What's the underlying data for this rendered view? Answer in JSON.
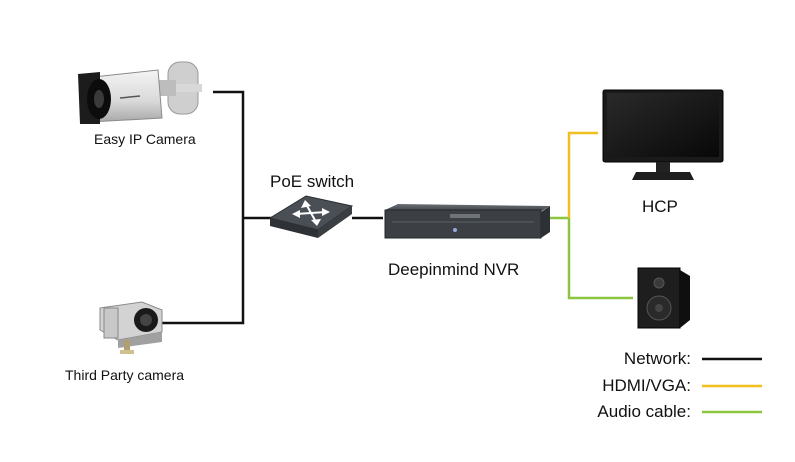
{
  "nodes": {
    "easy_ip_camera": "Easy IP Camera",
    "third_party_camera": "Third Party camera",
    "poe_switch": "PoE switch",
    "nvr": "Deepinmind NVR",
    "hcp": "HCP"
  },
  "legend": [
    {
      "label": "Network:",
      "color": "#111111"
    },
    {
      "label": "HDMI/VGA:",
      "color": "#f2c01e"
    },
    {
      "label": "Audio cable:",
      "color": "#8cc63f"
    }
  ],
  "colors": {
    "network": "#111111",
    "hdmi": "#f2c01e",
    "audio": "#8cc63f"
  }
}
